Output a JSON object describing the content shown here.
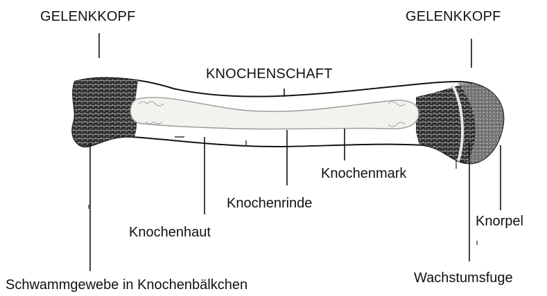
{
  "labels": {
    "gelenkkopf_left": "GELENKKOPF",
    "gelenkkopf_right": "GELENKKOPF",
    "knochenschaft": "KNOCHENSCHAFT",
    "knochenmark": "Knochenmark",
    "knochenrinde": "Knochenrinde",
    "knochenhaut": "Knochenhaut",
    "knorpel": "Knorpel",
    "schwammgewebe": "Schwammgewebe in Knochenbälkchen",
    "wachstumsfuge": "Wachstumsfuge"
  },
  "colors": {
    "background": "#ffffff",
    "outline": "#111111",
    "spongy_bone": "#3a3a3a",
    "marrow": "#f3f3ee",
    "cortex": "#ffffff",
    "text": "#111111"
  }
}
